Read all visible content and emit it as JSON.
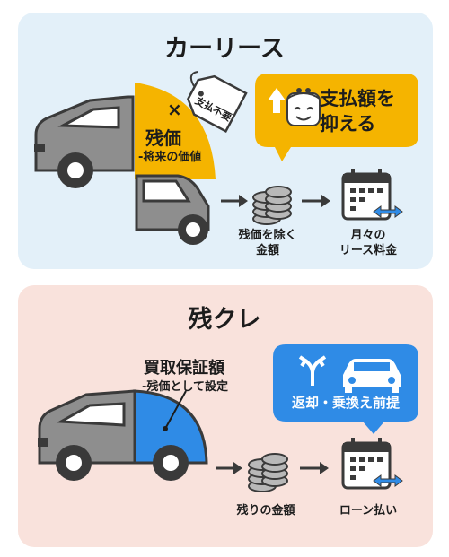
{
  "colors": {
    "lease_bg": "#e3f0f9",
    "zancre_bg": "#f9e2dc",
    "yellow": "#f5b400",
    "blue": "#2f8be6",
    "car_gray": "#8e8e8e",
    "dark": "#3a3a3a"
  },
  "lease": {
    "title": "カーリース",
    "residual_cross": "×",
    "residual_label": "残価",
    "residual_sub": "-将来の価値",
    "tag_text": "支払不要",
    "badge_line1": "支払額を",
    "badge_line2": "抑える",
    "coins_label_line1": "残価を除く",
    "coins_label_line2": "金額",
    "calendar_label_line1": "月々の",
    "calendar_label_line2": "リース料金",
    "icons": [
      "car-icon",
      "wallet-icon",
      "price-tag-icon",
      "coins-icon",
      "calendar-icon",
      "arrow-right-icon"
    ]
  },
  "zancre": {
    "title": "残クレ",
    "guarantee_label": "買取保証額",
    "guarantee_sub": "-残価として設定",
    "badge_text": "返却・乗換え前提",
    "coins_label": "残りの金額",
    "calendar_label": "ローン払い",
    "icons": [
      "car-icon",
      "fork-arrow-icon",
      "car-front-icon",
      "coins-icon",
      "calendar-icon",
      "arrow-right-icon"
    ]
  }
}
